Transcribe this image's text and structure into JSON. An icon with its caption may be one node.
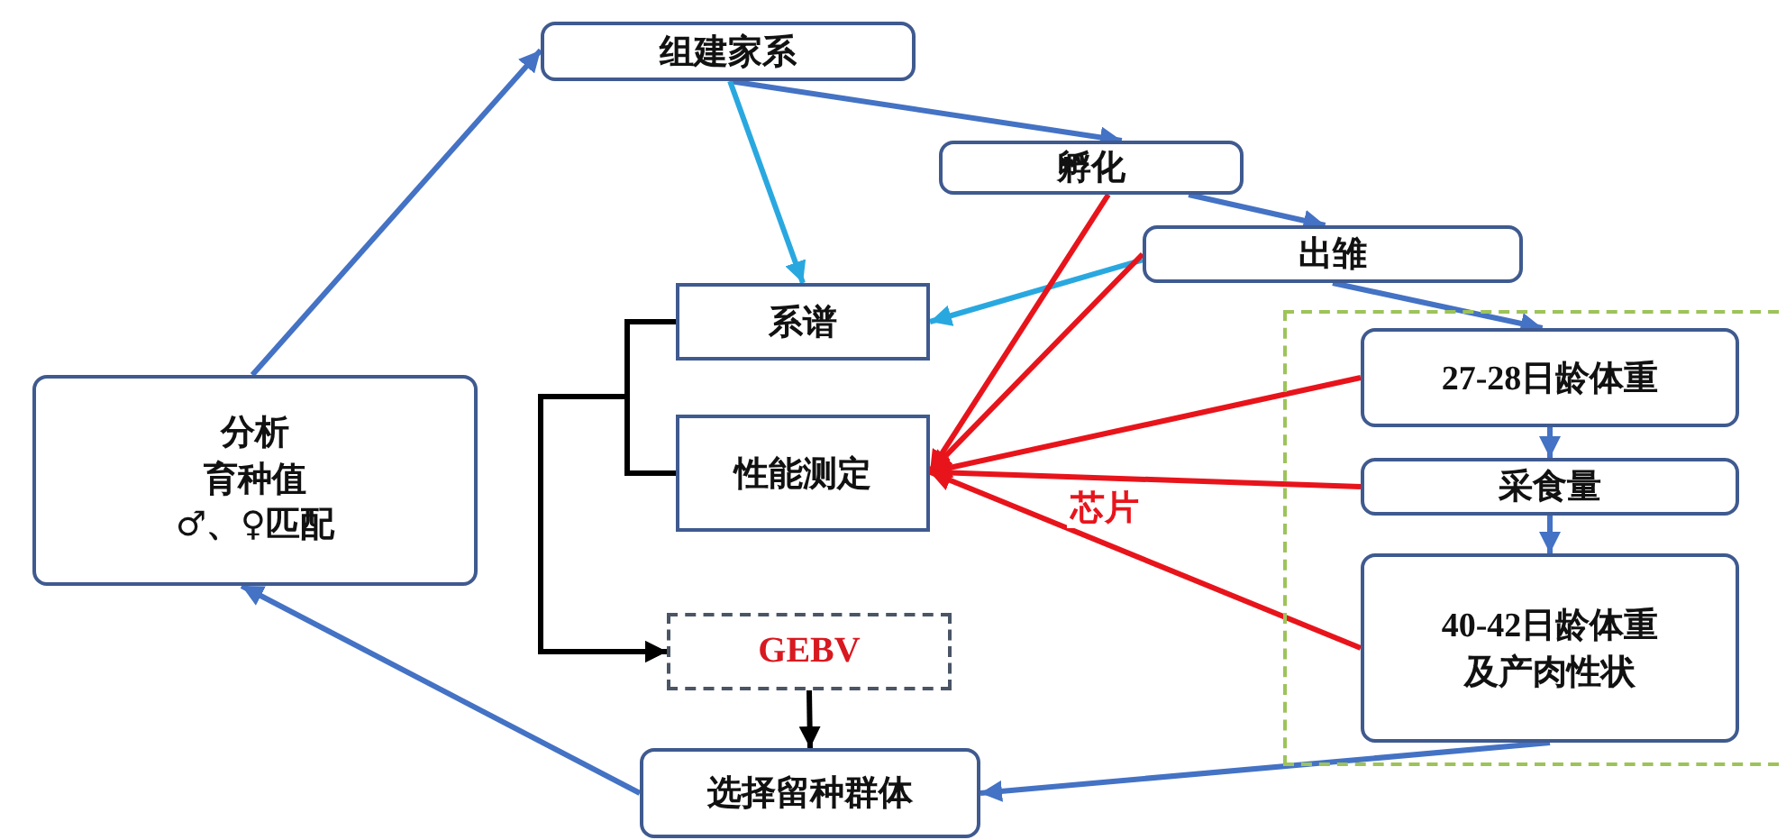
{
  "diagram": {
    "nodes": [
      {
        "text": [
          "组建家系"
        ]
      },
      {
        "text": [
          "孵化"
        ]
      },
      {
        "text": [
          "出雏"
        ]
      },
      {
        "text": [],
        "shape": "box"
      },
      {
        "text": [
          "27-28日龄体重"
        ],
        "in": 3
      },
      {
        "text": [
          "采食量"
        ],
        "in": 3
      },
      {
        "text": [
          "40-42日龄体重及产肉性状"
        ],
        "in": 3
      },
      {
        "text": [
          "系谱"
        ]
      },
      {
        "text": [
          "性能测定"
        ]
      },
      {
        "text": [
          "GEBV"
        ]
      },
      {
        "text": [
          "选择留种群体"
        ]
      },
      {
        "text": [
          "分析",
          "育种值",
          "♂、♀匹配"
        ]
      }
    ],
    "edges": [
      {
        "from": 11,
        "to": 0,
        "arrow": "to"
      },
      {
        "from": 0,
        "to": 1,
        "arrow": "to"
      },
      {
        "from": 0,
        "to": 7,
        "arrow": "to",
        "color": "#29a8e0"
      },
      {
        "from": 1,
        "to": 2,
        "arrow": "to"
      },
      {
        "from": 2,
        "to": 7,
        "arrow": "to",
        "color": "#29a8e0"
      },
      {
        "from": 2,
        "to": 4,
        "arrow": "to"
      },
      {
        "from": 4,
        "to": 5,
        "arrow": "to"
      },
      {
        "from": 5,
        "to": 6,
        "arrow": "to"
      },
      {
        "from": 6,
        "to": 10,
        "arrow": "to"
      },
      {
        "from": 10,
        "to": 11,
        "arrow": "to"
      },
      {
        "from": 1,
        "to": 8,
        "arrow": "to",
        "color": "#e8141b"
      },
      {
        "from": 2,
        "to": 8,
        "arrow": "to",
        "color": "#e8141b"
      },
      {
        "from": 4,
        "to": 8,
        "arrow": "to",
        "color": "#e8141b"
      },
      {
        "from": 5,
        "to": 8,
        "arrow": "to",
        "color": "#e8141b"
      },
      {
        "from": 6,
        "to": 8,
        "arrow": "to",
        "color": "#e8141b",
        "label": "芯片"
      },
      {
        "from": 7,
        "to": 9,
        "arrow": "to",
        "color": "#000000"
      },
      {
        "from": 8,
        "to": 9,
        "arrow": "to",
        "color": "#000000"
      },
      {
        "from": 9,
        "to": 10,
        "arrow": "to",
        "color": "#000000"
      }
    ]
  }
}
